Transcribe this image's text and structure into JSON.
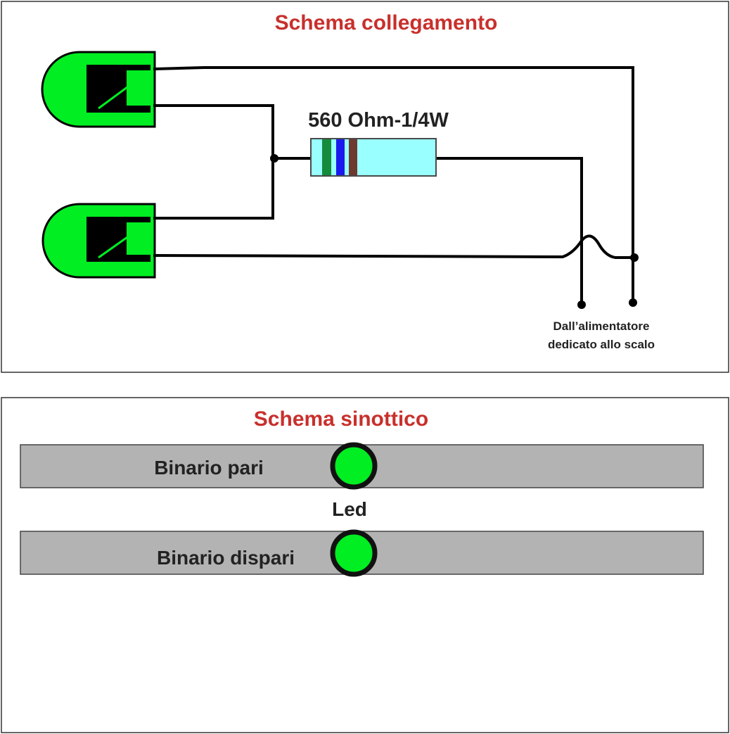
{
  "wiring_panel": {
    "title": "Schema collegamento",
    "resistor_label": "560 Ohm-1/4W",
    "supply_label_line1": "Dall’alimentatore",
    "supply_label_line2": "dedicato allo scalo"
  },
  "synoptic_panel": {
    "title": "Schema sinottico",
    "track_top_label": "Binario pari",
    "track_bottom_label": "Binario dispari",
    "led_label": "Led"
  },
  "colors": {
    "title": "#c8302c",
    "led_green": "#00ee22",
    "resistor_body": "#99ffff",
    "track_gray": "#b3b3b3",
    "band_1": "#148c3c",
    "band_2": "#1a1aee",
    "band_3": "#6e3a30"
  }
}
